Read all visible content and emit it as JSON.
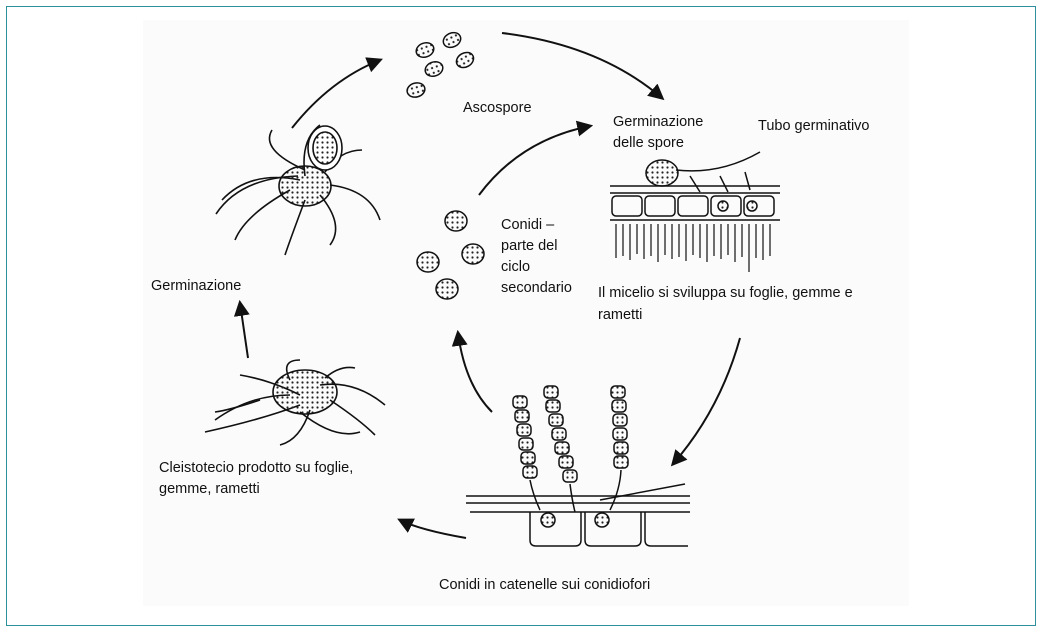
{
  "labels": {
    "ascospore": "Ascospore",
    "germinazione_spore_1": "Germinazione",
    "germinazione_spore_2": "delle spore",
    "tubo_germinativo": "Tubo germinativo",
    "conidi_1": "Conidi –",
    "conidi_2": "parte del",
    "conidi_3": "ciclo",
    "conidi_4": "secondario",
    "germinazione": "Germinazione",
    "micelio_1": "Il micelio si sviluppa su foglie, gemme e",
    "micelio_2": "rametti",
    "cleistotecio_1": "Cleistotecio prodotto su foglie,",
    "cleistotecio_2": "gemme, rametti",
    "conidi_catenelle": "Conidi in catenelle sui conidiofori"
  },
  "colors": {
    "frame": "#2f8f9a",
    "ink": "#111111"
  }
}
